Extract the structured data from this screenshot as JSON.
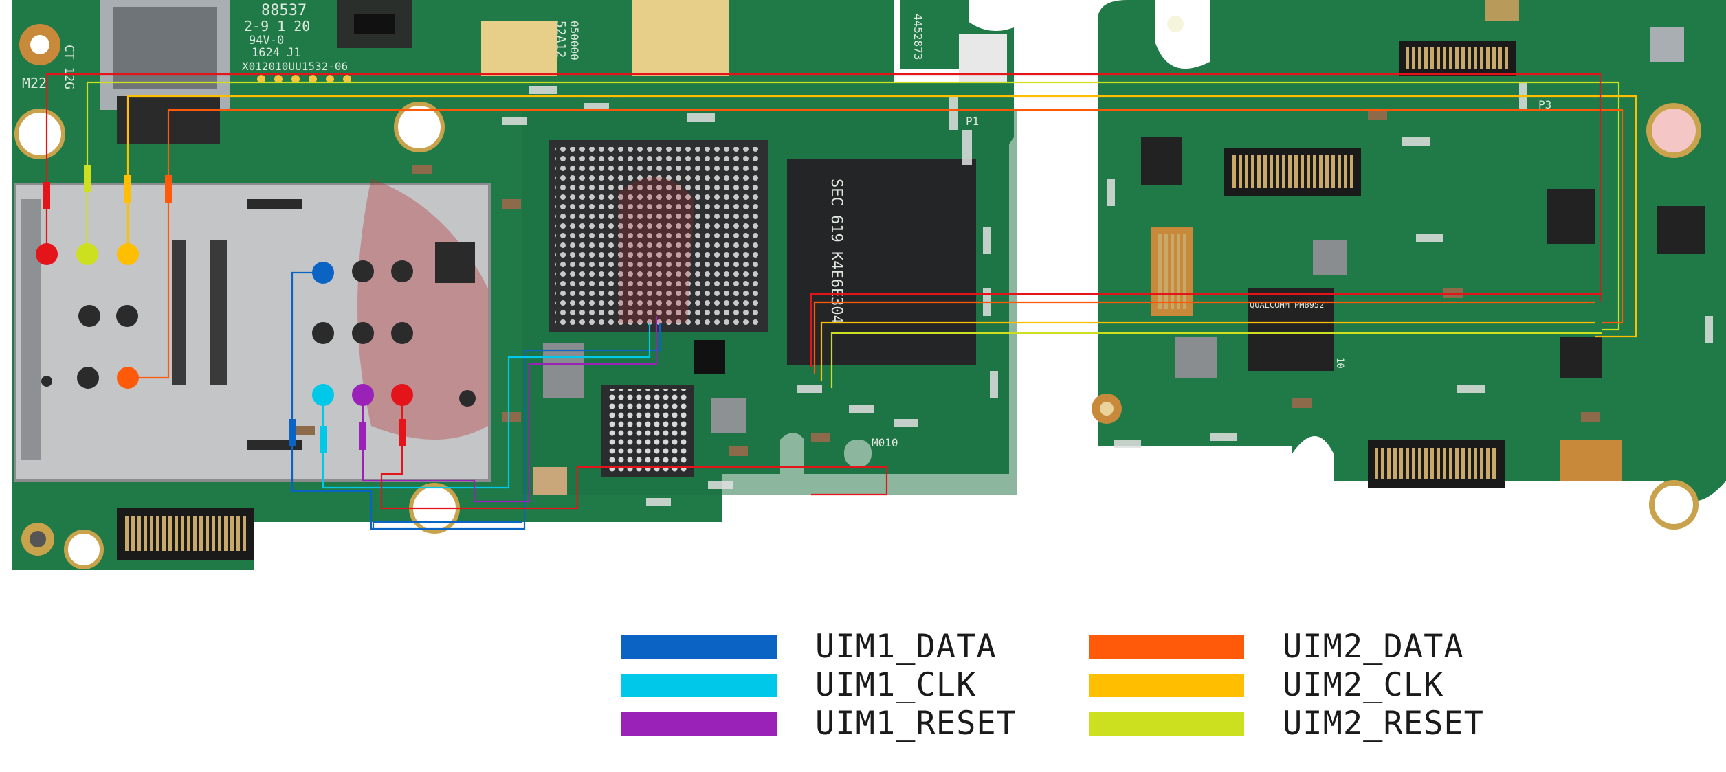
{
  "legend": {
    "items": [
      {
        "label": "UIM1_DATA",
        "color": "#0b63c4"
      },
      {
        "label": "UIM1_CLK",
        "color": "#00c8e8"
      },
      {
        "label": "UIM1_RESET",
        "color": "#9a22b8"
      },
      {
        "label": "UIM2_DATA",
        "color": "#ff5a0a"
      },
      {
        "label": "UIM2_CLK",
        "color": "#ffbe00"
      },
      {
        "label": "UIM2_RESET",
        "color": "#cde020"
      }
    ]
  },
  "board": {
    "pcb_color": "#1f7a48",
    "silkscreen": {
      "part": "88537",
      "code1": "2-9 1 20",
      "code2": "94V-0",
      "code3": "1624 J1",
      "serial": "X012010UU1532-06",
      "mark_m22": "M22",
      "mark_ct": "CT 12G",
      "ic_code": "52A12",
      "ic_code2": "050000",
      "sn_side": "4452873",
      "ram_label": "SEC 619 K4E6E304",
      "pmic_label": "QUALCOMM PM8952",
      "moto_label": "M010",
      "p1": "P1",
      "p3": "P3",
      "p10": "10"
    }
  }
}
